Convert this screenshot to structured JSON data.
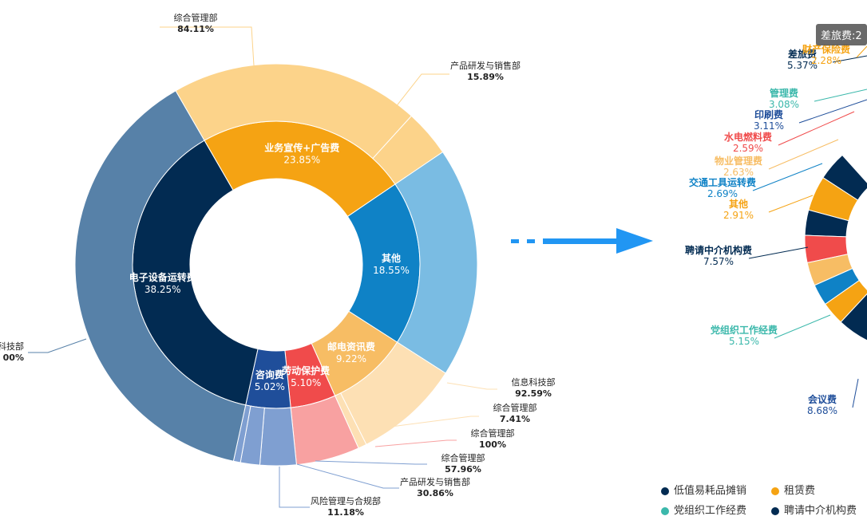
{
  "chart_data": [
    {
      "type": "pie",
      "name": "left-nested-donut",
      "inner": [
        {
          "label": "业务宣传+广告费",
          "value": 23.85,
          "pct": "23.85%",
          "color": "#f5a313"
        },
        {
          "label": "其他",
          "value": 18.55,
          "pct": "18.55%",
          "color": "#0f82c6"
        },
        {
          "label": "邮电资讯费",
          "value": 9.22,
          "pct": "9.22%",
          "color": "#f7bd64"
        },
        {
          "label": "劳动保护费",
          "value": 5.1,
          "pct": "5.10%",
          "color": "#f04b4b"
        },
        {
          "label": "咨询费",
          "value": 5.02,
          "pct": "5.02%",
          "color": "#1f4e9a"
        },
        {
          "label": "电子设备运转费",
          "value": 38.25,
          "pct": "38.25%",
          "color": "#022b52"
        }
      ],
      "outer": [
        {
          "parent": 0,
          "label": "综合管理部",
          "pct": "84.11%",
          "share": 84.11,
          "color": "#fcd38a"
        },
        {
          "parent": 0,
          "label": "产品研发与销售部",
          "pct": "15.89%",
          "share": 15.89,
          "color": "#fcd38a"
        },
        {
          "parent": 1,
          "label": "",
          "pct": "",
          "share": 100,
          "color": "#7abce3"
        },
        {
          "parent": 2,
          "label": "信息科技部",
          "pct": "92.59%",
          "share": 92.59,
          "color": "#fde0b4"
        },
        {
          "parent": 2,
          "label": "综合管理部",
          "pct": "7.41%",
          "share": 7.41,
          "color": "#fde0b4"
        },
        {
          "parent": 3,
          "label": "综合管理部",
          "pct": "100%",
          "share": 100,
          "color": "#f8a1a1"
        },
        {
          "parent": 4,
          "label": "综合管理部",
          "pct": "57.96%",
          "share": 57.96,
          "color": "#7f9fd1"
        },
        {
          "parent": 4,
          "label": "产品研发与销售部",
          "pct": "30.86%",
          "share": 30.86,
          "color": "#7f9fd1"
        },
        {
          "parent": 4,
          "label": "风险管理与合规部",
          "pct": "11.18%",
          "share": 11.18,
          "color": "#7f9fd1"
        },
        {
          "parent": 5,
          "label": "科技部",
          "pct": "00%",
          "share": 100,
          "color": "#5781a8"
        }
      ]
    },
    {
      "type": "pie",
      "name": "right-donut-partial",
      "slices": [
        {
          "label": "差旅费",
          "pct": "5.37%",
          "color": "#022b52"
        },
        {
          "label": "财产保险费",
          "pct": "2.28%",
          "color": "#f5a313"
        },
        {
          "label": "管理费",
          "pct": "3.08%",
          "color": "#3bb8ab"
        },
        {
          "label": "印刷费",
          "pct": "3.11%",
          "color": "#1f4e9a"
        },
        {
          "label": "水电燃料费",
          "pct": "2.59%",
          "color": "#f04b4b"
        },
        {
          "label": "物业管理费",
          "pct": "2.63%",
          "color": "#f7bd64"
        },
        {
          "label": "交通工具运转费",
          "pct": "2.69%",
          "color": "#0f82c6"
        },
        {
          "label": "其他",
          "pct": "2.91%",
          "color": "#f5a313"
        },
        {
          "label": "聘请中介机构费",
          "pct": "7.57%",
          "color": "#022b52"
        },
        {
          "label": "党组织工作经费",
          "pct": "5.15%",
          "color": "#3bb8ab"
        },
        {
          "label": "会议费",
          "pct": "8.68%",
          "color": "#1f4e9a"
        }
      ],
      "tooltip": "差旅费:2"
    }
  ],
  "legend": [
    {
      "label": "低值易耗品摊销",
      "color": "#022b52"
    },
    {
      "label": "租赁费",
      "color": "#f5a313"
    },
    {
      "label": "党组织工作经费",
      "color": "#3bb8ab"
    },
    {
      "label": "聘请中介机构费",
      "color": "#022b52"
    }
  ],
  "arrow_color": "#2196f3"
}
